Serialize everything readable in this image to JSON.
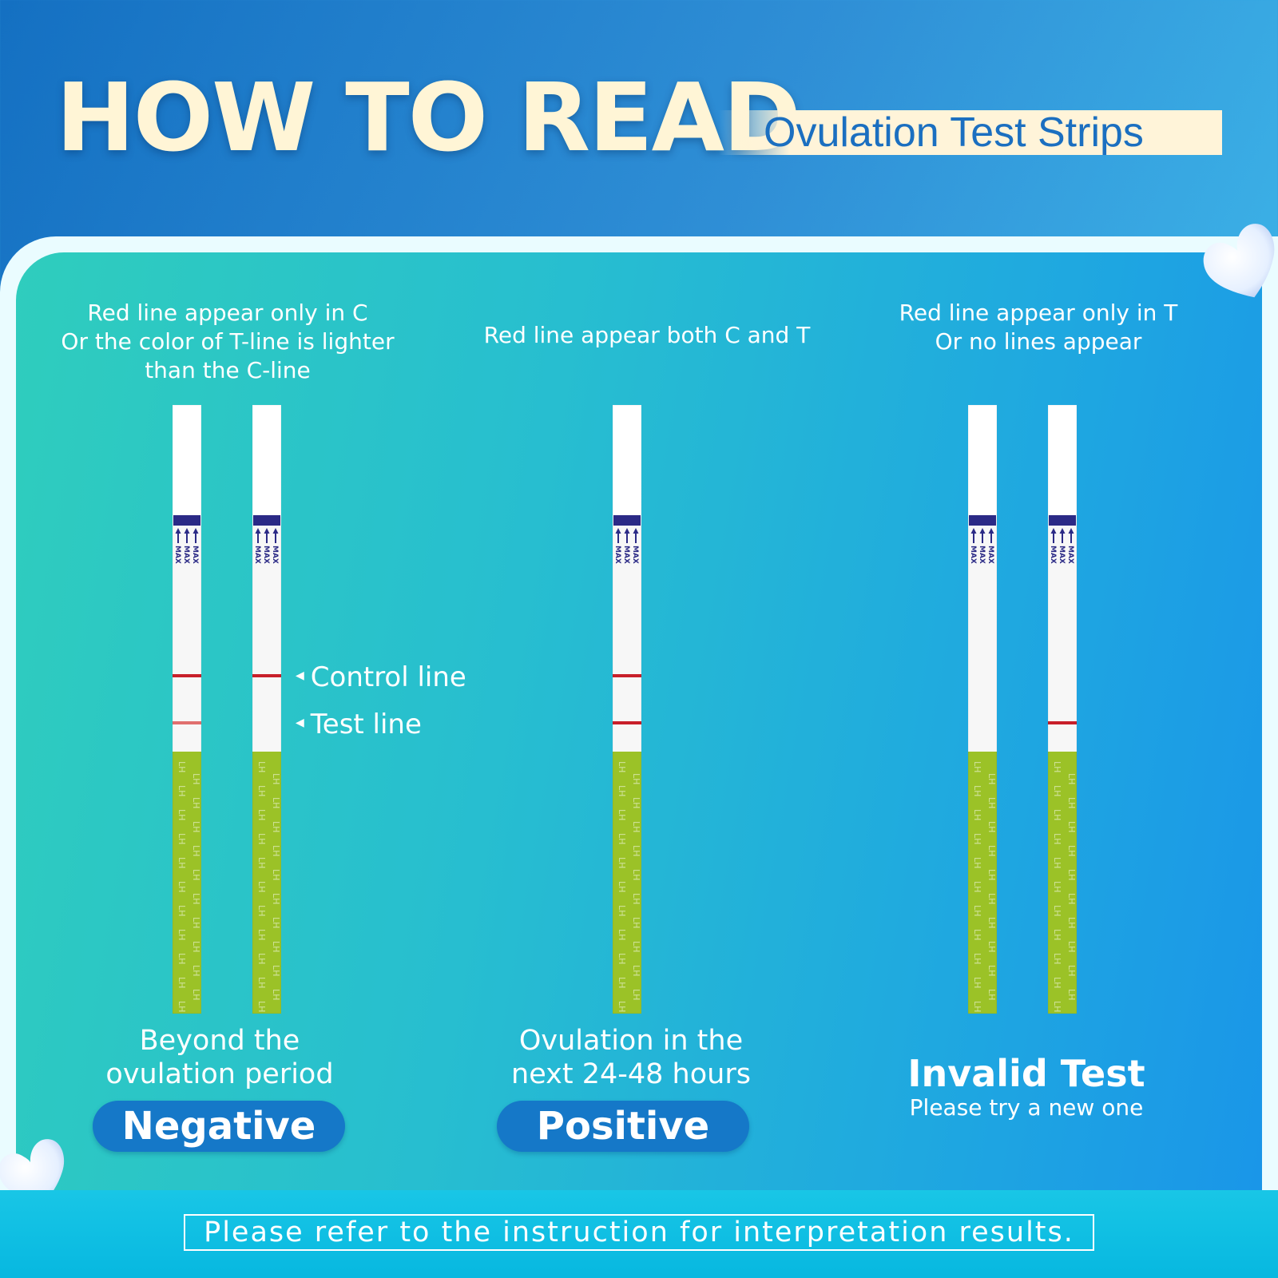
{
  "header": {
    "title": "HOW TO READ",
    "subtitle": "Ovulation Test Strips"
  },
  "strip_markings": {
    "max_label": "MAX",
    "zone_label": "LH"
  },
  "columns": [
    {
      "id": "negative",
      "description": [
        "Red line appear only in C",
        "Or the color of T-line is lighter",
        "than the C-line"
      ],
      "strips": [
        {
          "control_line": true,
          "test_line": "faint"
        },
        {
          "control_line": true,
          "test_line": "none"
        }
      ],
      "result_lines": [
        "Beyond the",
        "ovulation period"
      ],
      "badge": "Negative"
    },
    {
      "id": "positive",
      "description": [
        "Red line appear both C and T"
      ],
      "strips": [
        {
          "control_line": true,
          "test_line": "strong"
        }
      ],
      "result_lines": [
        "Ovulation in the",
        "next 24-48 hours"
      ],
      "badge": "Positive"
    },
    {
      "id": "invalid",
      "description": [
        "Red line appear only in T",
        "Or no lines appear"
      ],
      "strips": [
        {
          "control_line": false,
          "test_line": "none"
        },
        {
          "control_line": false,
          "test_line": "strong"
        }
      ],
      "result_title": "Invalid Test",
      "result_sub": "Please try a new one"
    }
  ],
  "pointers": {
    "control": "Control line",
    "test": "Test line"
  },
  "footer": {
    "note": "Please refer to the instruction for interpretation results."
  },
  "colors": {
    "line_red": "#c8202a",
    "line_faint": "#e0706f",
    "cap_navy": "#2b2a86",
    "pad_green": "#9bc227",
    "badge_blue": "#1578c8",
    "title_cream": "#fff5d6"
  }
}
